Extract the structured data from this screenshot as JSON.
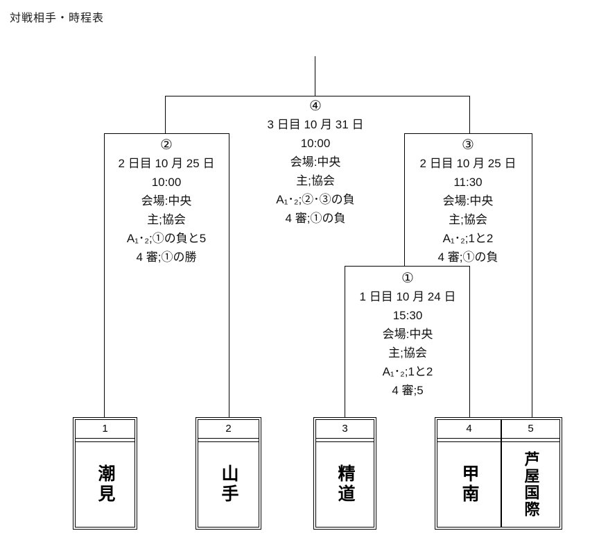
{
  "page": {
    "title": "対戦相手・時程表"
  },
  "matches": {
    "m1": {
      "label": "①",
      "date": "1 日目 10 月 24 日",
      "time": "15:30",
      "venue": "会場:中央",
      "organizer": "主;協会",
      "officials": "A₁･₂;1と2",
      "fourth": "4 審;5"
    },
    "m2": {
      "label": "②",
      "date": "2 日目 10 月 25 日",
      "time": "10:00",
      "venue": "会場:中央",
      "organizer": "主;協会",
      "officials": "A₁･₂;①の負と5",
      "fourth": "4 審;①の勝"
    },
    "m3": {
      "label": "③",
      "date": "2 日目 10 月 25 日",
      "time": "11:30",
      "venue": "会場:中央",
      "organizer": "主;協会",
      "officials": "A₁･₂;1と2",
      "fourth": "4 審;①の負"
    },
    "m4": {
      "label": "④",
      "date": "3 日目 10 月 31 日",
      "time": "10:00",
      "venue": "会場:中央",
      "organizer": "主;協会",
      "officials": "A₁･₂;②･③の負",
      "fourth": "4 審;①の負"
    }
  },
  "teams": [
    {
      "seed": "1",
      "name": "潮見"
    },
    {
      "seed": "2",
      "name": "山手"
    },
    {
      "seed": "3",
      "name": "精道"
    },
    {
      "seed": "4",
      "name": "甲南"
    },
    {
      "seed": "5",
      "name": "芦屋国際"
    }
  ],
  "colors": {
    "line": "#000000",
    "text": "#111111",
    "background": "#ffffff"
  }
}
